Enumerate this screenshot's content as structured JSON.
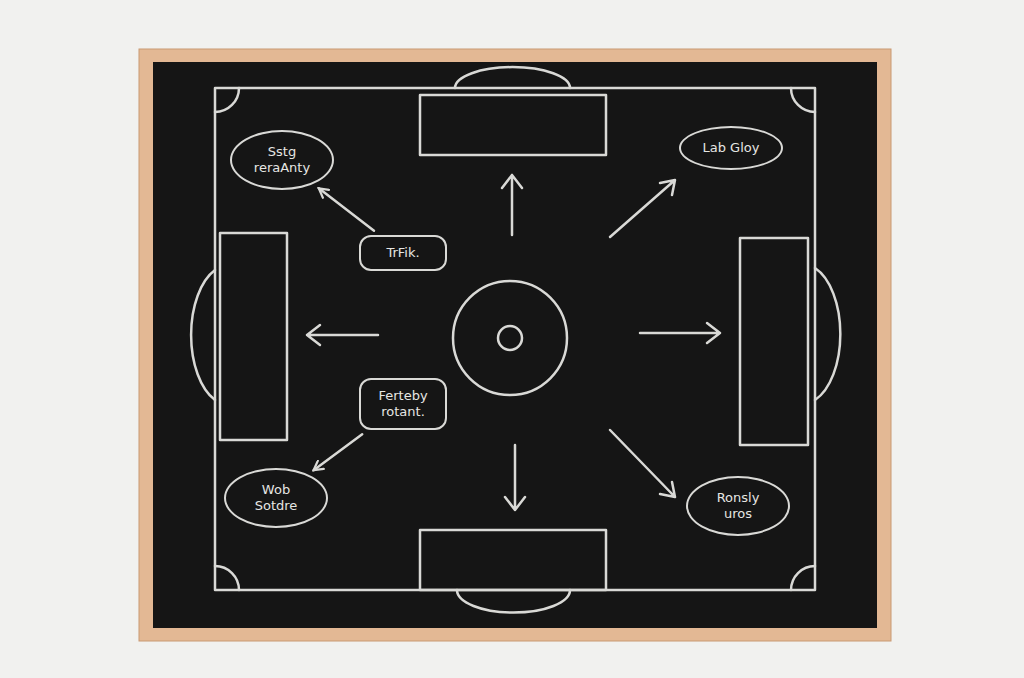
{
  "diagram": {
    "nodes": [
      {
        "text": [
          "Sstg reraAnty"
        ]
      },
      {
        "text": [
          "Lab Gloy"
        ]
      },
      {
        "text": [
          "TrFik."
        ]
      },
      {
        "text": [
          "Ferteby rotant."
        ]
      },
      {
        "text": [
          "Wob Sotdre"
        ]
      },
      {
        "text": [
          "Ronsly uros"
        ]
      }
    ],
    "edges": [
      {
        "from": 2,
        "to": 0,
        "arrow": "to"
      },
      {
        "from": 3,
        "to": 4,
        "arrow": "to"
      }
    ]
  }
}
